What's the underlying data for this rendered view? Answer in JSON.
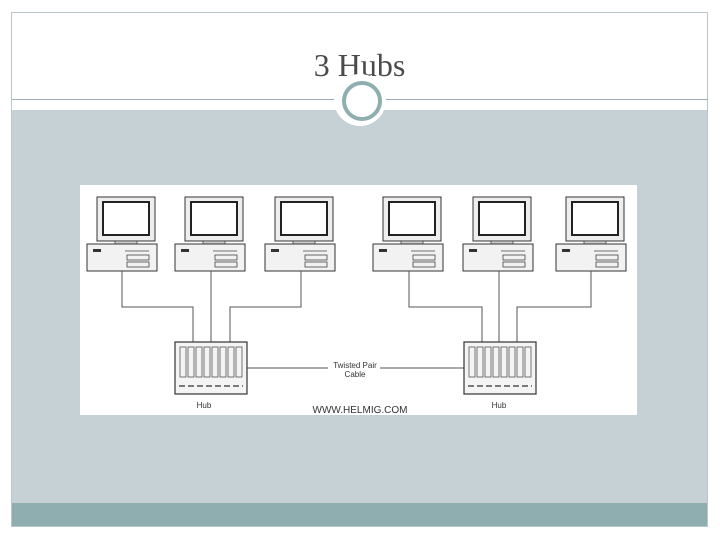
{
  "slide": {
    "title": "3 Hubs"
  },
  "diagram": {
    "hub_left_label": "Hub",
    "hub_right_label": "Hub",
    "cable_label_line1": "Twisted Pair",
    "cable_label_line2": "Cable",
    "credit": "WWW.HELMIG.COM"
  },
  "colors": {
    "title_text": "#4a4a4a",
    "content_band": "#c5d1d5",
    "footer_band": "#8faeb0",
    "ornament_ring": "#8faeb0"
  }
}
